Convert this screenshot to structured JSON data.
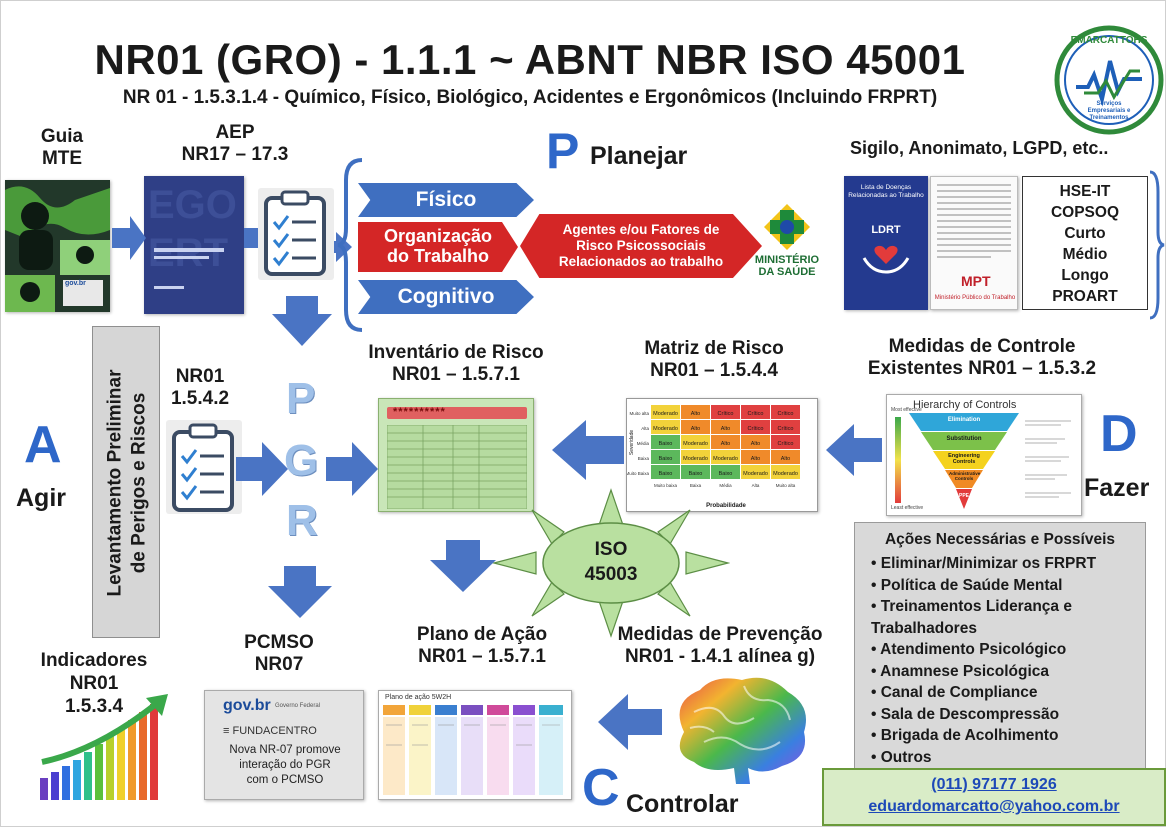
{
  "header": {
    "title": "NR01 (GRO) - 1.1.1 ~ ABNT NBR ISO 45001",
    "subtitle": "NR 01 - 1.5.3.1.4 - Químico, Físico, Biológico, Acidentes e Ergonômicos (Incluindo FRPRT)"
  },
  "logo": {
    "name": "EMARCATTOHS",
    "tagline1": "Serviços",
    "tagline2": "Empresariais e",
    "tagline3": "Treinamentos"
  },
  "top_left": {
    "guia_label": "Guia\nMTE",
    "aep_label": "AEP\nNR17 – 17.3",
    "govbr_mark": "gov.br"
  },
  "plan": {
    "letter": "P",
    "label": "Planejar",
    "factors": [
      "Físico",
      "Organização\ndo Trabalho",
      "Cognitivo"
    ],
    "agents": "Agentes e/ou Fatores de\nRisco Psicossociais\nRelacionados ao trabalho",
    "ministerio": "MINISTÉRIO\nDA SAÚDE"
  },
  "sigilo": {
    "label": "Sigilo, Anonimato, LGPD, etc..",
    "ldrt_title": "Lista de Doenças Relacionadas ao Trabalho",
    "ldrt": "LDRT",
    "mpt": "MPT",
    "mpt_caption": "Ministério Público do Trabalho",
    "tools": [
      "HSE-IT",
      "COPSOQ",
      "Curto",
      "Médio",
      "Longo",
      "PROART"
    ]
  },
  "act": {
    "letter": "A",
    "label": "Agir",
    "vertical": "Levantamento Preliminar\nde Perigos e Riscos",
    "nr01": "NR01\n1.5.4.2",
    "pgr": [
      "P",
      "G",
      "R"
    ]
  },
  "inventario": {
    "label": "Inventário de Risco\nNR01 – 1.5.7.1",
    "stars": "**********"
  },
  "matriz": {
    "label": "Matriz de Risco\nNR01 – 1.5.4.4",
    "xlabel": "Probabilidade",
    "ylabel": "Severidade",
    "row_labels": [
      "Muito alta",
      "Alta",
      "Média",
      "Baixa",
      "Muito Baixa"
    ],
    "col_labels": [
      "Muito baixa",
      "Baixa",
      "Média",
      "Alta",
      "Muito alta"
    ],
    "cells": [
      [
        "Moderado",
        "Alto",
        "Crítico",
        "Crítico",
        "Crítico"
      ],
      [
        "Moderado",
        "Alto",
        "Alto",
        "Crítico",
        "Crítico"
      ],
      [
        "Baixo",
        "Moderado",
        "Alto",
        "Alto",
        "Crítico"
      ],
      [
        "Baixo",
        "Moderado",
        "Moderado",
        "Alto",
        "Alto"
      ],
      [
        "Baixo",
        "Baixo",
        "Baixo",
        "Moderado",
        "Moderado"
      ]
    ]
  },
  "medidas_controle": {
    "label": "Medidas de Controle\nExistentes NR01 – 1.5.3.2",
    "pyramid_title": "Hierarchy of Controls",
    "levels": [
      "Elimination",
      "Substitution",
      "Engineering Controls",
      "Administrative Controls",
      "PPE"
    ],
    "left_top": "Most effective",
    "left_bottom": "Least effective"
  },
  "do": {
    "letter": "D",
    "label": "Fazer"
  },
  "iso": {
    "label": "ISO\n45003"
  },
  "acoes": {
    "title": "Ações Necessárias e Possíveis",
    "items": [
      "Eliminar/Minimizar os FRPRT",
      "Política de Saúde Mental",
      "Treinamentos Liderança e\nTrabalhadores",
      "Atendimento Psicológico",
      "Anamnese Psicológica",
      "Canal de Compliance",
      "Sala de Descompressão",
      "Brigada de Acolhimento",
      "Outros"
    ]
  },
  "contact": {
    "phone": "(011) 97177 1926",
    "email": "eduardomarcatto@yahoo.com.br"
  },
  "plano": {
    "label": "Plano de Ação\nNR01 – 1.5.7.1",
    "doc_title": "Plano de ação 5W2H"
  },
  "prevencao": {
    "label": "Medidas de Prevenção\nNR01 - 1.4.1 alínea g)"
  },
  "check": {
    "letter": "C",
    "label": "Controlar"
  },
  "pcmso": {
    "label": "PCMSO\nNR07",
    "govbr": "gov.br",
    "govbr_sub": "Governo Federal",
    "fundacentro": "FUNDACENTRO",
    "news": "Nova NR-07 promove\ninteração do PGR\ncom o PCMSO"
  },
  "indicadores": {
    "label": "Indicadores\nNR01\n1.5.3.4"
  },
  "colors": {
    "blue_arrow": "#4a74c4",
    "red": "#d42626",
    "letter_blue": "#2e67c9",
    "sun_green": "#b9e0a0"
  }
}
